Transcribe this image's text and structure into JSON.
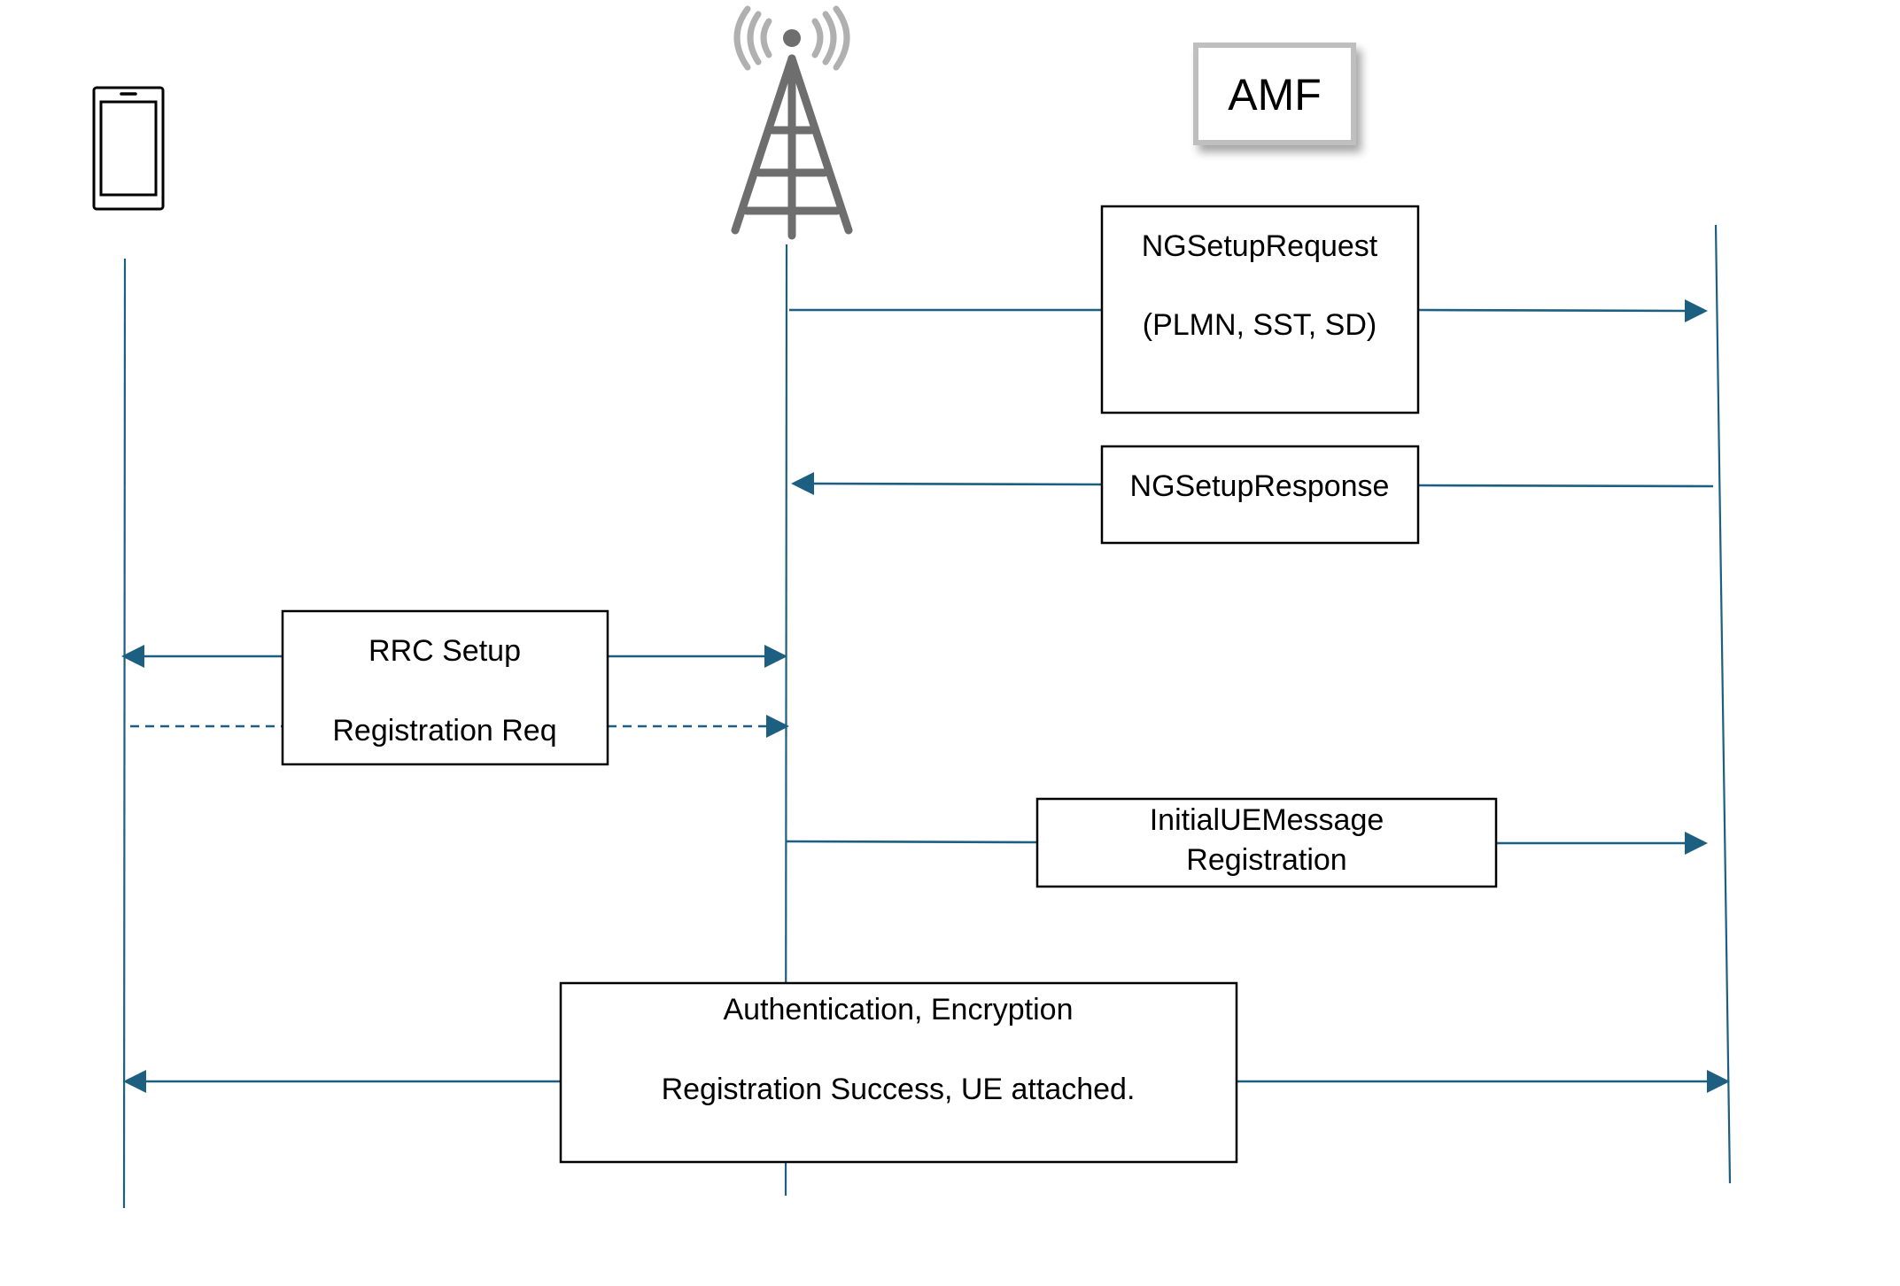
{
  "diagram": {
    "type": "sequence-diagram",
    "colors": {
      "message_line": "#1d5f80",
      "box_border": "#000000",
      "amf_border": "#bfbfbf",
      "tower": "#6e6e6e"
    },
    "participants": [
      {
        "id": "ue",
        "label": "",
        "icon": "smartphone-icon"
      },
      {
        "id": "gnb",
        "label": "",
        "icon": "cell-tower-icon"
      },
      {
        "id": "amf",
        "label": "AMF",
        "icon": "amf-box"
      }
    ],
    "messages": [
      {
        "id": "ng-setup-request",
        "from": "gnb",
        "to": "amf",
        "style": "solid",
        "lines": [
          "NGSetupRequest",
          "",
          "(PLMN, SST, SD)"
        ]
      },
      {
        "id": "ng-setup-response",
        "from": "amf",
        "to": "gnb",
        "style": "solid",
        "lines": [
          "NGSetupResponse"
        ]
      },
      {
        "id": "rrc-setup",
        "from": "gnb",
        "to": "ue",
        "style": "solid",
        "bidirectional": true,
        "lines": [
          "RRC Setup"
        ]
      },
      {
        "id": "registration-req",
        "from": "ue",
        "to": "gnb",
        "style": "dashed",
        "lines": [
          "Registration Req"
        ]
      },
      {
        "id": "initial-ue-message",
        "from": "gnb",
        "to": "amf",
        "style": "solid",
        "lines": [
          "InitialUEMessage",
          "Registration"
        ]
      },
      {
        "id": "auth-registration",
        "from": "gnb",
        "to": "both",
        "style": "solid",
        "lines": [
          "Authentication, Encryption",
          "",
          "Registration Success, UE attached."
        ]
      }
    ]
  }
}
